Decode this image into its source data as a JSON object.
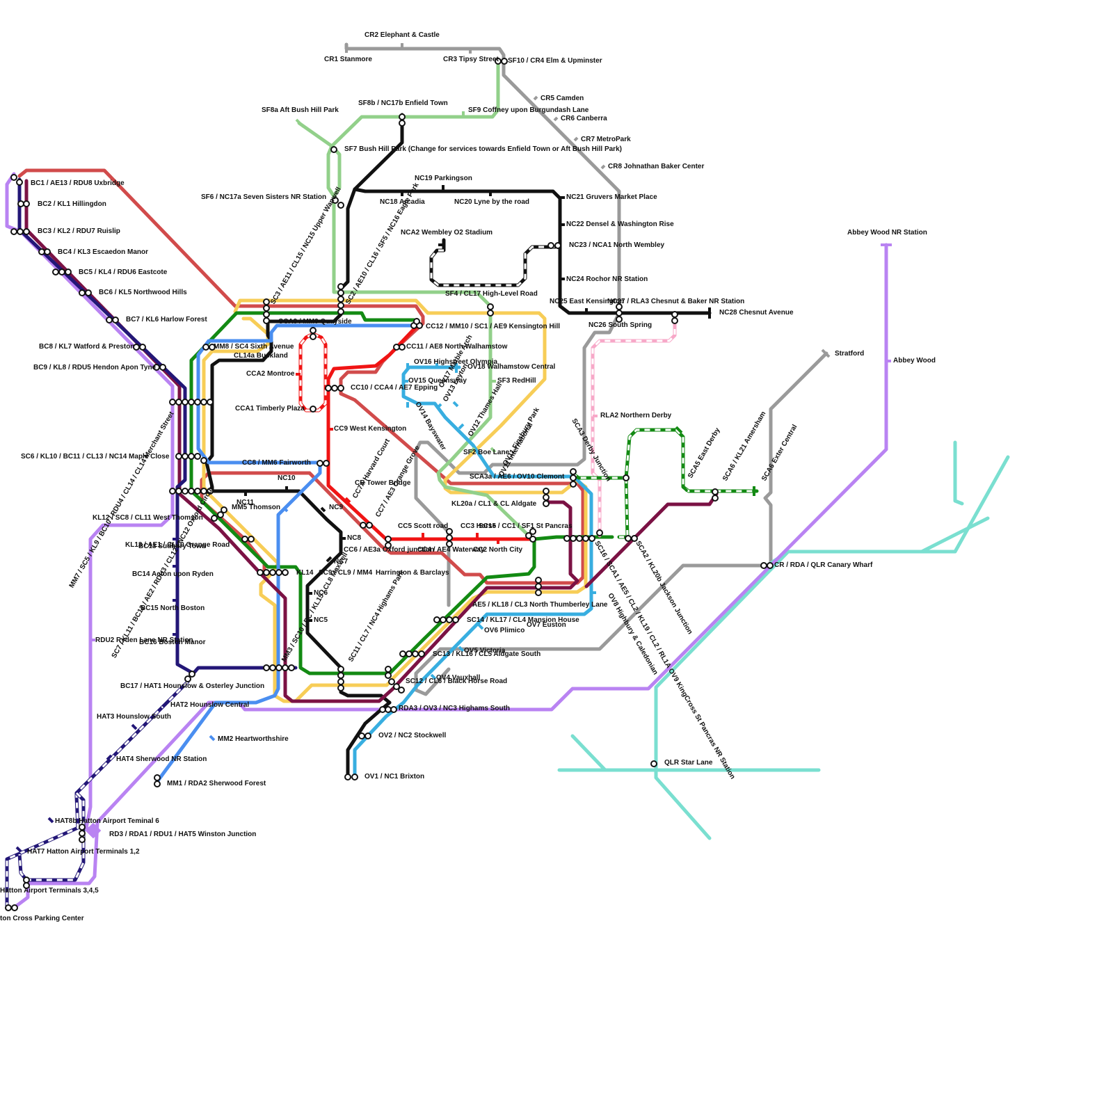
{
  "colors": {
    "grey": "#9a9a9a",
    "black": "#111111",
    "lightgreen": "#92d08a",
    "red": "#d14b4b",
    "brightred": "#f01414",
    "yellow": "#f7cd57",
    "green": "#138a13",
    "blue": "#4a8ef0",
    "cyan": "#38aee0",
    "maroon": "#7b1244",
    "navy": "#231777",
    "purple": "#b983f2",
    "pink": "#f7a8c8",
    "turquoise": "#7adfd0"
  },
  "stations": [
    {
      "label": "CR2 Elephant & Castle"
    },
    {
      "label": "CR1 Stanmore"
    },
    {
      "label": "CR3 Tipsy Street"
    },
    {
      "label": "SF10 / CR4 Elm & Upminster"
    },
    {
      "label": "CR5 Camden"
    },
    {
      "label": "CR6 Canberra"
    },
    {
      "label": "CR7 MetroPark"
    },
    {
      "label": "CR8 Johnathan Baker Center"
    },
    {
      "label": "SF8b / NC17b Enfield Town"
    },
    {
      "label": "SF9 Coffney upon Burgundash Lane"
    },
    {
      "label": "SF8a Aft Bush Hill Park"
    },
    {
      "label": "SF7 Bush Hill Park (Change for services towards Enfield Town or Aft Bush Hill Park)"
    },
    {
      "label": "NC19 Parkingson"
    },
    {
      "label": "NC18 Arcadia"
    },
    {
      "label": "NC20 Lyne by the road"
    },
    {
      "label": "NC21 Gruvers Market Place"
    },
    {
      "label": "SF6 / NC17a Seven Sisters NR Station"
    },
    {
      "label": "NC22 Densel & Washington Rise"
    },
    {
      "label": "NCA2 Wembley O2 Stadium"
    },
    {
      "label": "NC23 / NCA1 North Wembley"
    },
    {
      "label": "Abbey Wood NR Station"
    },
    {
      "label": "NC24 Rochor NR Station"
    },
    {
      "label": "SF4 / CL17 High-Level Road"
    },
    {
      "label": "NC25 East Kensington"
    },
    {
      "label": "NC27 / RLA3 Chesnut & Baker NR Station"
    },
    {
      "label": "NC28 Chesnut Avenue"
    },
    {
      "label": "NC26 South Spring"
    },
    {
      "label": "BC1 / AE13 / RDU8 Uxbridge"
    },
    {
      "label": "BC2 / KL1 Hillingdon"
    },
    {
      "label": "BC3 / KL2 / RDU7 Ruislip"
    },
    {
      "label": "BC4 / KL3 Escaedon Manor"
    },
    {
      "label": "BC5 / KL4 / RDU6 Eastcote"
    },
    {
      "label": "BC6 / KL5 Northwood Hills"
    },
    {
      "label": "BC7 / KL6 Harlow Forest"
    },
    {
      "label": "BC8 / KL7 Watford & Preston"
    },
    {
      "label": "BC9 / KL8 / RDU5 Hendon Apon Tyne"
    },
    {
      "label": "CCA3 / MM9 Quayside"
    },
    {
      "label": "CC12 / MM10 / SC1 / AE9 Kensington Hill"
    },
    {
      "label": "MM8 / SC4 Sixth Avenue"
    },
    {
      "label": "CL14a Buckland"
    },
    {
      "label": "CC11 / AE8 North Walhamstow"
    },
    {
      "label": "OV16 Highstreet Olympia"
    },
    {
      "label": "OV18 Walhamstow Central"
    },
    {
      "label": "CCA2 Montroe"
    },
    {
      "label": "OV15 Queensway"
    },
    {
      "label": "SF3 RedHill"
    },
    {
      "label": "CC10 / CCA4 / AE7 Epping"
    },
    {
      "label": "CCA1 Timberly Plaza"
    },
    {
      "label": "Stratford"
    },
    {
      "label": "Abbey Wood"
    },
    {
      "label": "RLA2 Northern Derby"
    },
    {
      "label": "CC9 West Kensington"
    },
    {
      "label": "SC6 / KL10 / BC11 / CL13 / NC14 Maple Close"
    },
    {
      "label": "SF2 Boe Lane"
    },
    {
      "label": "CC8 / MM6 Fairworth"
    },
    {
      "label": "SCA3a / AE6 / OV10 Clemont"
    },
    {
      "label": "CR Tower Bridge"
    },
    {
      "label": "NC10"
    },
    {
      "label": "NC11"
    },
    {
      "label": "MM5 Thomson"
    },
    {
      "label": "NC9"
    },
    {
      "label": "KL20a / CL1 & CL Aldgate"
    },
    {
      "label": "KL12 / SC8 / CL11 West Thomson"
    },
    {
      "label": "CC5 Scott road"
    },
    {
      "label": "CC3 Horse"
    },
    {
      "label": "SC15 / CC1 / SF1 St Pancras"
    },
    {
      "label": "NC8"
    },
    {
      "label": "KL13 / AE1 / CL10 Grange Road"
    },
    {
      "label": "BC13 Sudbury Town"
    },
    {
      "label": "CC6 / AE3a Oxford junction"
    },
    {
      "label": "CC4 / AE4 Waterway"
    },
    {
      "label": "CC2 North City"
    },
    {
      "label": "NC7"
    },
    {
      "label": "CR / RDA / QLR Canary Wharf"
    },
    {
      "label": "BC14 Acton upon Ryden"
    },
    {
      "label": "KL14"
    },
    {
      "label": "SC9 / CL9 / MM4"
    },
    {
      "label": "Harrington & Barclays"
    },
    {
      "label": "NC6"
    },
    {
      "label": "AE5 / KL18 / CL3 North Thumberley Lane"
    },
    {
      "label": "BC15 North Boston"
    },
    {
      "label": "NC5"
    },
    {
      "label": "SC14 / KL17 / CL4 Mansion House"
    },
    {
      "label": "OV7 Euston"
    },
    {
      "label": "OV6 Plimico"
    },
    {
      "label": "RDU2 Ryden Lane NR Station"
    },
    {
      "label": "BC16 Boston Manor"
    },
    {
      "label": "OV5 Victoria"
    },
    {
      "label": "SC13 / KL16 / CL5 Aldgate South"
    },
    {
      "label": "OV4 Vauxhall"
    },
    {
      "label": "SC12 / CL6 / Black Horse Road"
    },
    {
      "label": "BC17 / HAT1 Hounslow & Osterley Junction"
    },
    {
      "label": "HAT2 Hounslow Central"
    },
    {
      "label": "RDA3 / OV3 / NC3 Highams South"
    },
    {
      "label": "HAT3 Hounslow South"
    },
    {
      "label": "OV2 / NC2 Stockwell"
    },
    {
      "label": "MM2 Heartworthshire"
    },
    {
      "label": "HAT4 Sherwood NR Station"
    },
    {
      "label": "QLR Star Lane"
    },
    {
      "label": "OV1 / NC1 Brixton"
    },
    {
      "label": "MM1 / RDA2 Sherwood Forest"
    },
    {
      "label": "HAT8b Hatton Airport Teminal 6"
    },
    {
      "label": "RD3 / RDA1 / RDU1 / HAT5 Winston Junction"
    },
    {
      "label": "HAT7 Hatton Airport Terminals 1,2"
    },
    {
      "label": "Hatton Airport Terminals 3,4,5"
    },
    {
      "label": "ton Cross Parking Center"
    },
    {
      "label": "SC3 / AE11 / CL15 / NC15 Upper Wanwell"
    },
    {
      "label": "SC2 / AE10 / CL16 / SF5 / NC16 Eagle Park"
    },
    {
      "label": "OV17 Marble Arch"
    },
    {
      "label": "OV13 Leyton"
    },
    {
      "label": "OV12 Thames Hall"
    },
    {
      "label": "OV11 International"
    },
    {
      "label": "OV11 Finsbury Park"
    },
    {
      "label": "OV14 Bayswater"
    },
    {
      "label": "SCA3 Derby Junction"
    },
    {
      "label": "SCA5 East Derby"
    },
    {
      "label": "SCA6 / KL21 Amersham"
    },
    {
      "label": "SCA6 Exter Central"
    },
    {
      "label": "CC7A Harvard Court"
    },
    {
      "label": "CC7 / AE3 Orange Grove"
    },
    {
      "label": "MM7 / SC5 / KL9 / BC10 / RDU4 / CL14 / CL14 Merchant Street"
    },
    {
      "label": "SC7 / KL11 / BC12 / AE2 / RDU3 / CL12 / NC12 Oxford Circus"
    },
    {
      "label": "MM3 / SC10 / BC / KL15 / CL8 Maxwell"
    },
    {
      "label": "SC11 / CL7 / NC4 Highams Park"
    },
    {
      "label": "SC16 / SCA1 / AE5 / CL2 / KL19 / CL2 / RL1A OV9 KingCross St Pancras NR Station"
    },
    {
      "label": "SCA2 / KL20b Jackson Junction"
    },
    {
      "label": "OV8 Highbury & Caledonian"
    }
  ]
}
